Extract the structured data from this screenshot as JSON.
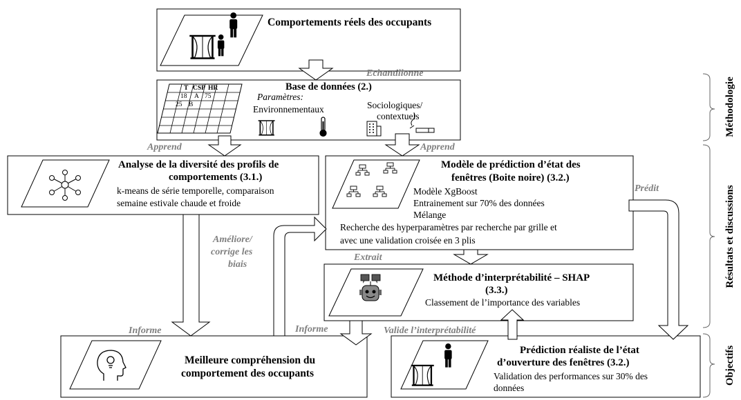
{
  "boxes": {
    "behaviors": {
      "title": "Comportements réels des occupants"
    },
    "database": {
      "title": "Base de données (2.)",
      "params_label": "Paramètres:",
      "env_label": "Environnementaux",
      "socio_label": "Sociologiques/",
      "context_label": "contextuels",
      "table_headers": [
        "T",
        "CSP",
        "HR"
      ],
      "table_row1": [
        "18",
        "A",
        "75"
      ],
      "table_row2": [
        "25",
        "B"
      ]
    },
    "analysis": {
      "title_line1": "Analyse de la diversité des profils de",
      "title_line2": "comportements (3.1.)",
      "text_line1": "k-means de série temporelle, comparaison",
      "text_line2": "semaine estivale chaude et froide"
    },
    "model": {
      "title_line1": "Modèle de prédiction d’état des",
      "title_line2": "fenêtres (Boite noire) (3.2.)",
      "text_line1": "Modèle XgBoost",
      "text_line2": "Entrainement sur 70% des données",
      "text_line3": "Mélange",
      "text_line4": "Recherche des hyperparamètres par recherche par grille et",
      "text_line5": "avec une validation croisée en 3 plis"
    },
    "shap": {
      "title_line1": "Méthode d’interprétabilité – SHAP",
      "title_line2": "(3.3.)",
      "text": "Classement de l’importance des variables"
    },
    "understanding": {
      "title_line1": "Meilleure compréhension du",
      "title_line2": "comportement des occupants"
    },
    "prediction": {
      "title_line1": "Prédiction réaliste de l’état",
      "title_line2": "d’ouverture des fenêtres (3.2.)",
      "text_line1": "Validation des performances sur 30% des",
      "text_line2": "données"
    }
  },
  "arrow_labels": {
    "sample": "Echantillonne",
    "learn_left": "Apprend",
    "learn_right": "Apprend",
    "predict": "Prédit",
    "improve_line1": "Améliore/",
    "improve_line2": "corrige les",
    "improve_line3": "biais",
    "extract": "Extrait",
    "inform_left": "Informe",
    "inform_right": "Informe",
    "validate": "Valide l’interprétabilité"
  },
  "side_labels": {
    "methodology": "Méthodologie",
    "results": "Résultats et discussions",
    "objectives": "Objectifs"
  },
  "icons": [
    "curtain-window-icon",
    "person-icon",
    "thermometer-icon",
    "building-icon",
    "cigarette-icon",
    "network-icon",
    "decision-tree-icon",
    "robot-icon",
    "head-lightbulb-icon"
  ]
}
